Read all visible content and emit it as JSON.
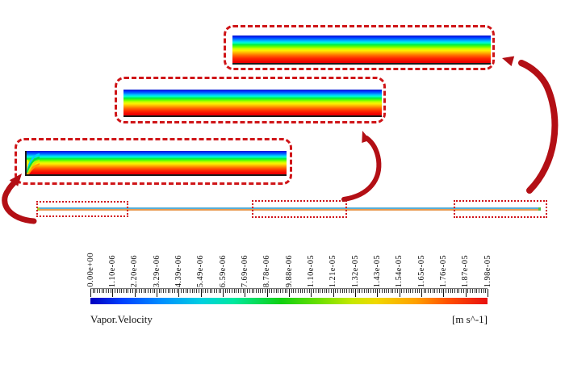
{
  "colorbar": {
    "label": "Vapor.Velocity",
    "units": "[m s^-1]",
    "ticks": [
      "0.00e+00",
      "1.10e-06",
      "2.20e-06",
      "3.29e-06",
      "4.39e-06",
      "5.49e-06",
      "6.59e-06",
      "7.69e-06",
      "8.78e-06",
      "9.88e-06",
      "1.10e-05",
      "1.21e-05",
      "1.32e-05",
      "1.43e-05",
      "1.54e-05",
      "1.65e-05",
      "1.76e-05",
      "1.87e-05",
      "1.98e-05"
    ],
    "range": {
      "min": "0.00e+00",
      "max": "1.98e-05"
    },
    "colormap": "rainbow-jet",
    "gradient_stops": [
      "#0000bf",
      "#0040ff",
      "#0090ff",
      "#00d0e0",
      "#00e8a0",
      "#10d010",
      "#70e000",
      "#c8e800",
      "#f0d800",
      "#ffa000",
      "#ff5000",
      "#e81010"
    ]
  },
  "contour_strips": {
    "orientation": "blue-at-top-to-red-at-bottom",
    "gradient_stops": [
      "#0011cc",
      "#0033ff",
      "#0077ff",
      "#00ccff",
      "#00ffcc",
      "#00ee44",
      "#66ff00",
      "#ccff00",
      "#ffee00",
      "#ffaa00",
      "#ff6600",
      "#ff2a00",
      "#ee0000"
    ],
    "wall_line_color": "#1a1a1a"
  },
  "accents": {
    "dashed_callout_box": "#cf1518",
    "dotted_roi_box": "#d01218",
    "arrow": "#b30f15",
    "channel_top": "#58aed6",
    "channel_bottom": "#e89a50"
  }
}
